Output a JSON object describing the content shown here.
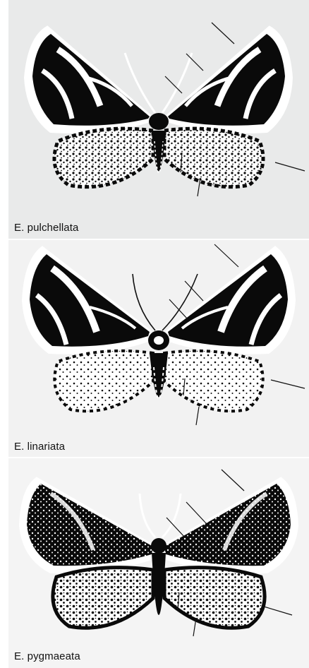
{
  "specimens": [
    {
      "label": "E. pulchellata"
    },
    {
      "label": "E. linariata"
    },
    {
      "label": "E. pygmaeata"
    }
  ],
  "colors": {
    "wing_dark": "#0a0a0a",
    "wing_light": "#ffffff",
    "background_1": "#e9eaea",
    "background_2": "#f2f2f2",
    "background_3": "#f4f4f4",
    "pointer_line": "#111111"
  }
}
